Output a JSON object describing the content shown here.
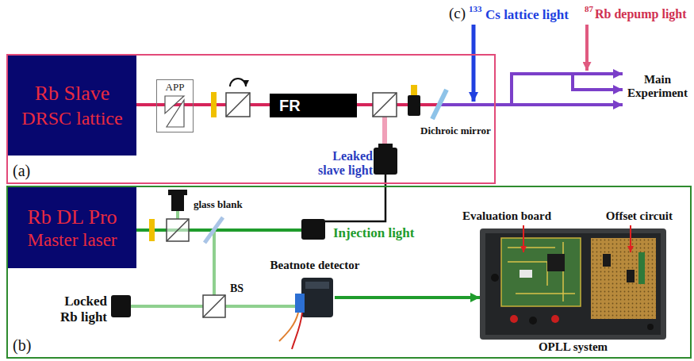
{
  "diagram": {
    "nodes": [
      {
        "text": [
          "(a)"
        ]
      },
      {
        "text": [
          "Rb Slave",
          "DRSC lattice"
        ],
        "in": 0
      },
      {
        "text": [
          "APP"
        ],
        "in": 0
      },
      {
        "text": [
          "FR"
        ],
        "in": 0
      },
      {
        "text": [
          "(b)"
        ]
      },
      {
        "text": [
          "Rb DL Pro",
          "Master laser"
        ],
        "in": 4
      },
      {
        "text": [
          "Beatnote detector"
        ],
        "in": 4
      },
      {
        "text": [
          "Evaluation board",
          "Offset circuit",
          "OPLL system"
        ],
        "in": 4
      }
    ],
    "edges": [
      {
        "from": 1,
        "to": 2,
        "arrow": "none"
      },
      {
        "from": 2,
        "to": 3,
        "arrow": "none"
      },
      {
        "from": 6,
        "to": 7,
        "arrow": "to"
      }
    ],
    "labels": [
      "(c)",
      "133",
      "Cs lattice light",
      "87",
      "Rb depump light",
      "Main Experiment",
      "Dichroic mirror",
      "Leaked slave light",
      "glass blank",
      "Injection light",
      "Locked Rb light",
      "BS"
    ]
  }
}
